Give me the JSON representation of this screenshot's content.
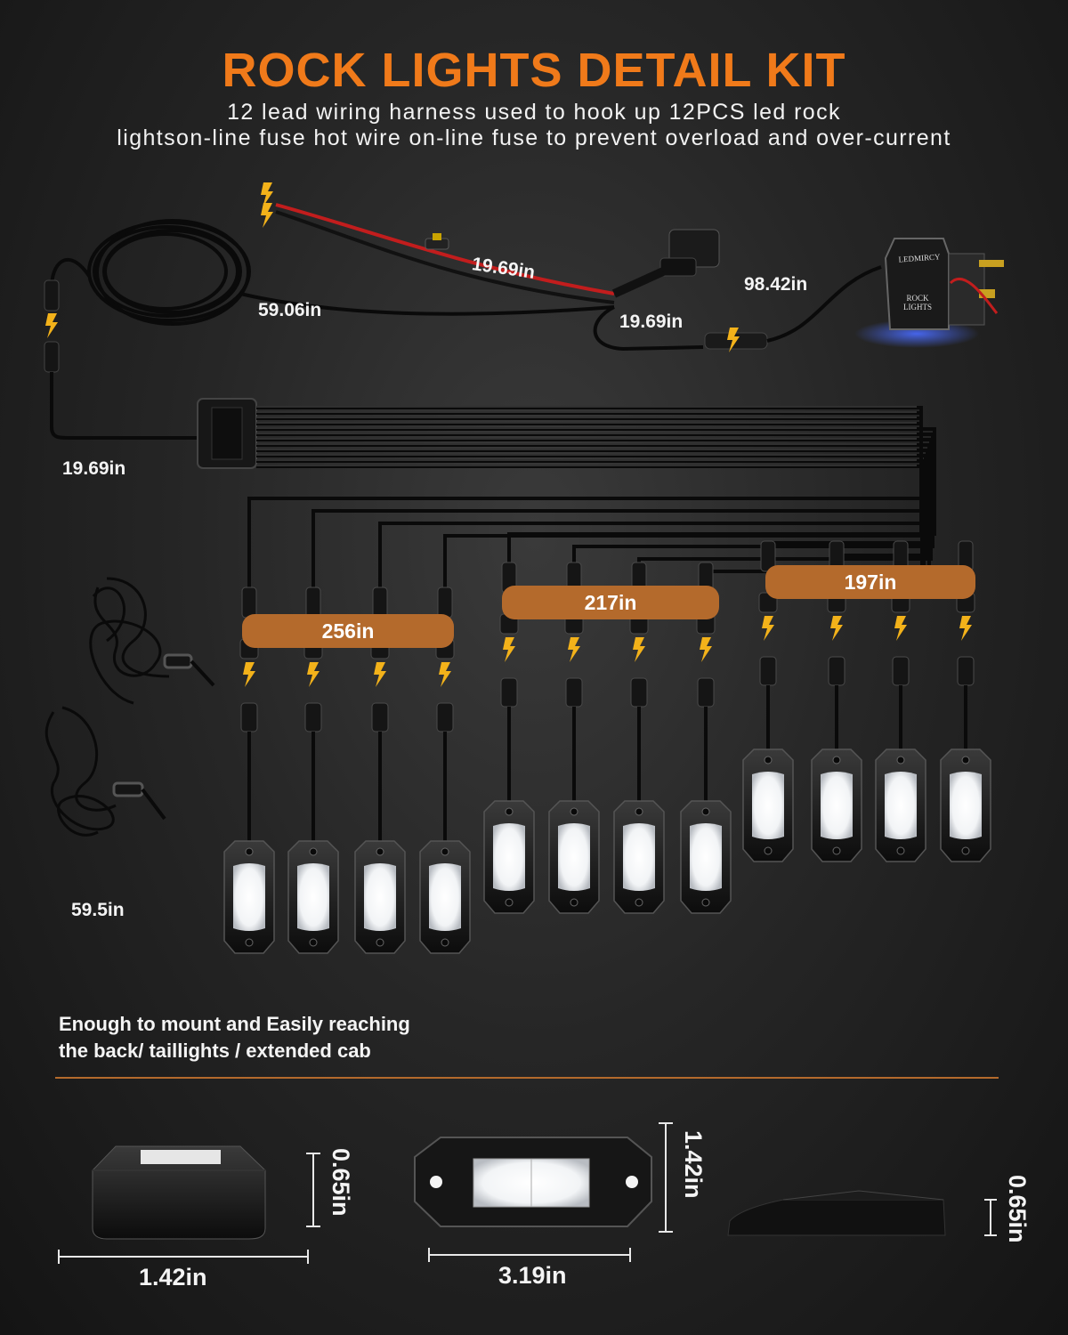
{
  "title": "ROCK LIGHTS DETAIL KIT",
  "subtitle_line1": "12 lead wiring harness used to hook up 12PCS led rock",
  "subtitle_line2": "lightson-line fuse  hot wire on-line fuse to prevent overload and over-current",
  "labels": {
    "battery_lead": "19.69in",
    "coil_cable": "59.06in",
    "relay_lead": "19.69in",
    "switch_cable": "98.42in",
    "splitter_lead": "19.69in",
    "extension_cable": "59.5in"
  },
  "groups": [
    {
      "length": "256in"
    },
    {
      "length": "217in"
    },
    {
      "length": "197in"
    }
  ],
  "switch": {
    "brand": "LEDMIRCY",
    "label_line1": "ROCK",
    "label_line2": "LIGHTS"
  },
  "note_line1": "Enough to mount and Easily reaching",
  "note_line2": "the back/ taillights / extended cab",
  "dimensions": {
    "side_width": "1.42in",
    "side_height": "0.65in",
    "top_width": "3.19in",
    "top_height": "1.42in",
    "profile_height": "0.65in"
  },
  "colors": {
    "title": "#f07a1a",
    "band": "#b46a2c",
    "bolt": "#f3b21a",
    "led": "#ffffff"
  },
  "icons": [
    "lightning-bolt-icon",
    "rocker-switch-icon",
    "rock-light-pod-icon"
  ]
}
